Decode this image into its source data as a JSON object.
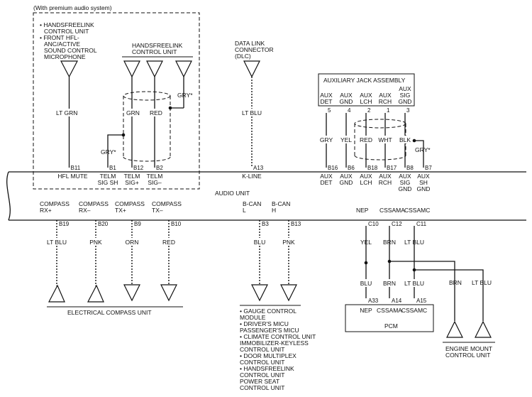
{
  "premium_note": "(With premium audio system)",
  "hfl_mic_label": [
    "HANDSFREELINK",
    "CONTROL UNIT",
    "FRONT HFL-",
    "ANC/ACTIVE",
    "SOUND CONTROL",
    "MICROPHONE"
  ],
  "hfl_unit_label": [
    "HANDSFREELINK",
    "CONTROL UNIT"
  ],
  "dlc_label": [
    "DATA LINK",
    "CONNECTOR",
    "(DLC)"
  ],
  "aux_assembly_label": "AUXILIARY JACK ASSEMBLY",
  "aux_top_pins": [
    {
      "name": [
        "AUX",
        "DET"
      ],
      "pin": "5",
      "wire": "GRY"
    },
    {
      "name": [
        "AUX",
        "GND"
      ],
      "pin": "4",
      "wire": "YEL"
    },
    {
      "name": [
        "AUX",
        "LCH"
      ],
      "pin": "2",
      "wire": "RED"
    },
    {
      "name": [
        "AUX",
        "RCH"
      ],
      "pin": "1",
      "wire": "WHT"
    },
    {
      "name": [
        "AUX",
        "SIG",
        "GND"
      ],
      "pin": "3",
      "wire": "BLK"
    }
  ],
  "wires_top": {
    "mic": "LT GRN",
    "hfl_a": "GRN",
    "hfl_b": "RED",
    "hfl_gry_top": "GRY*",
    "hfl_gry_bottom": "GRY*",
    "dlc": "LT BLU",
    "aux_gry": "GRY*"
  },
  "audio_unit_label": "AUDIO UNIT",
  "audio_top_pins": [
    {
      "pin": "B11",
      "name": [
        "HFL MUTE"
      ]
    },
    {
      "pin": "B1",
      "name": [
        "TELM",
        "SIG SH"
      ]
    },
    {
      "pin": "B12",
      "name": [
        "TELM",
        "SIG+"
      ]
    },
    {
      "pin": "B2",
      "name": [
        "TELM",
        "SIG–"
      ]
    },
    {
      "pin": "A13",
      "name": [
        "K-LINE"
      ]
    },
    {
      "pin": "B16",
      "name": [
        "AUX",
        "DET"
      ]
    },
    {
      "pin": "B6",
      "name": [
        "AUX",
        "GND"
      ]
    },
    {
      "pin": "B18",
      "name": [
        "AUX",
        "LCH"
      ]
    },
    {
      "pin": "B17",
      "name": [
        "AUX",
        "RCH"
      ]
    },
    {
      "pin": "B8",
      "name": [
        "AUX",
        "SIG",
        "GND"
      ]
    },
    {
      "pin": "B7",
      "name": [
        "AUX",
        "SH",
        "GND"
      ]
    }
  ],
  "audio_bottom_pins": [
    {
      "name": [
        "COMPASS",
        "RX+"
      ],
      "pin": "B19",
      "wire": "LT BLU"
    },
    {
      "name": [
        "COMPASS",
        "RX–"
      ],
      "pin": "B20",
      "wire": "PNK"
    },
    {
      "name": [
        "COMPASS",
        "TX+"
      ],
      "pin": "B9",
      "wire": "ORN"
    },
    {
      "name": [
        "COMPASS",
        "TX–"
      ],
      "pin": "B10",
      "wire": "RED"
    },
    {
      "name": [
        "B-CAN",
        "L"
      ],
      "pin": "B3",
      "wire": "BLU"
    },
    {
      "name": [
        "B-CAN",
        "H"
      ],
      "pin": "B13",
      "wire": "PNK"
    },
    {
      "name": [
        "NEP"
      ],
      "pin": "C10",
      "wire": "YEL"
    },
    {
      "name": [
        "CSSAMA"
      ],
      "pin": "C12",
      "wire": "BRN"
    },
    {
      "name": [
        "CSSAMC"
      ],
      "pin": "C11",
      "wire": "LT BLU"
    }
  ],
  "compass_unit_label": "ELECTRICAL COMPASS UNIT",
  "can_units": [
    "GAUGE CONTROL",
    "MODULE",
    "DRIVER'S MICU",
    "PASSENGER'S MICU",
    "CLIMATE CONTROL UNIT",
    "IMMOBILIZER-KEYLESS",
    "CONTROL UNIT",
    "DOOR MULTIPLEX",
    "CONTROL UNIT",
    "HANDSFREELINK",
    "CONTROL UNIT",
    "POWER SEAT",
    "CONTROL UNIT"
  ],
  "pcm": {
    "label": "PCM",
    "wires": [
      "BLU",
      "BRN",
      "LT BLU"
    ],
    "pins": [
      "A33",
      "A14",
      "A15"
    ],
    "names": [
      "NEP",
      "CSSAMA",
      "CSSAMC"
    ]
  },
  "engine_mount": {
    "label": [
      "ENGINE MOUNT",
      "CONTROL UNIT"
    ],
    "wires": [
      "BRN",
      "LT BLU"
    ]
  }
}
